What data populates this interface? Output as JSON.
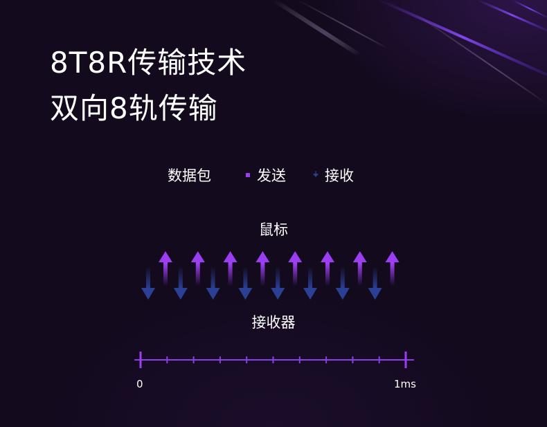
{
  "headline": {
    "line1": "8T8R传输技术",
    "line2": "双向8轨传输"
  },
  "legend": {
    "title": "数据包",
    "send_label": "发送",
    "receive_label": "接收"
  },
  "nodes": {
    "top": "鼠标",
    "bottom": "接收器"
  },
  "timeline": {
    "start_label": "0",
    "end_label": "1ms",
    "tick_count": 9
  },
  "arrows": {
    "send_count": 8,
    "receive_count": 8
  },
  "colors": {
    "background": "#130a1d",
    "send": "#9b3df0",
    "receive": "#2b3f95",
    "timeline": "#8a3ee6"
  }
}
